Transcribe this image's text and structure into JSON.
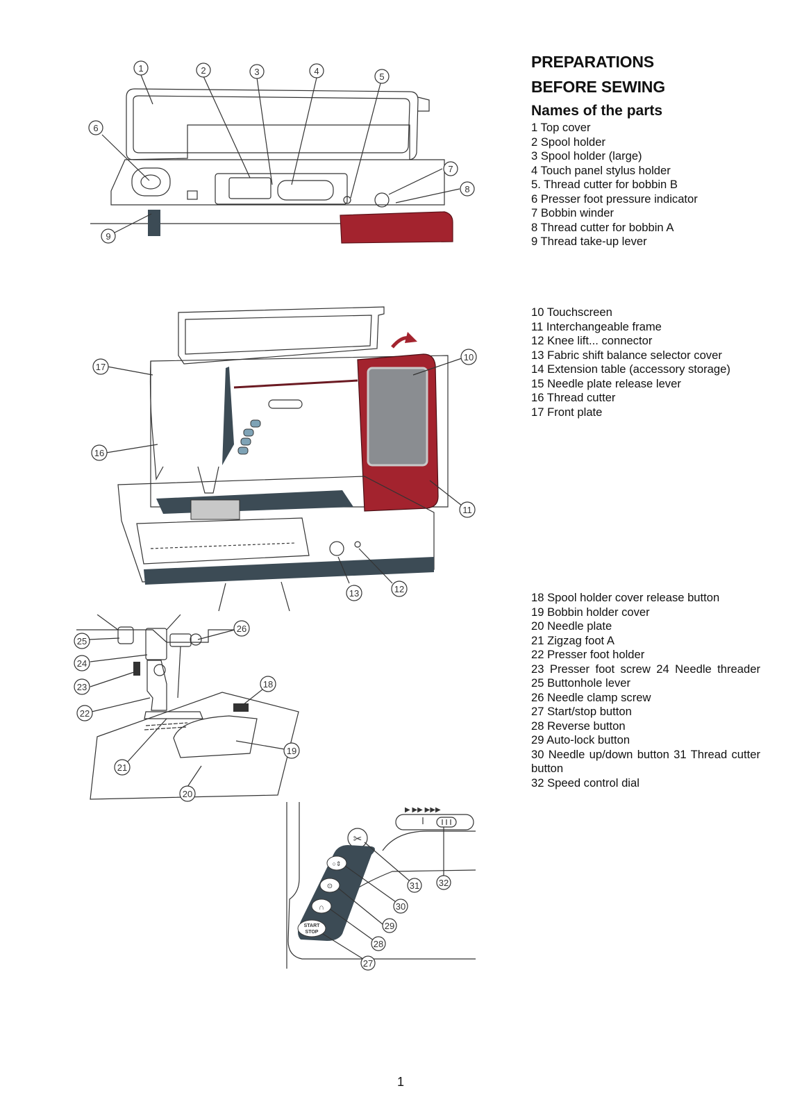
{
  "section_title_line1": "PREPARATIONS",
  "section_title_line2": "BEFORE SEWING",
  "subsection_title": "Names of the parts",
  "parts_group_1": [
    "1 Top cover",
    "2 Spool holder",
    "3 Spool holder (large)",
    "4  Touch panel stylus holder",
    "5. Thread cutter for bobbin B",
    "6 Presser foot pressure indicator",
    "7 Bobbin winder",
    "8 Thread cutter for bobbin A",
    "9 Thread take-up lever"
  ],
  "parts_group_2": [
    "10 Touchscreen",
    "11 Interchangeable frame",
    "12 Knee lift... connector",
    "13  Fabric shift balance selector cover",
    "14  Extension table (accessory storage)",
    "15  Needle plate release lever",
    "16 Thread cutter",
    "17 Front plate"
  ],
  "parts_group_3": [
    "18  Spool holder cover release button",
    "19 Bobbin holder cover",
    "20 Needle plate",
    "21 Zigzag foot A",
    "22 Presser foot holder",
    "23    Presser   foot   screw   24   Needle threader 25 Buttonhole lever",
    "26 Needle clamp screw",
    "27 Start/stop button",
    "28 Reverse button",
    "29 Auto-lock button",
    "30 Needle up/down button 31 Thread cutter button",
    "32 Speed control dial"
  ],
  "figure_callouts": {
    "fig1": [
      "1",
      "2",
      "3",
      "4",
      "5",
      "6",
      "7",
      "8",
      "9"
    ],
    "fig2": [
      "10",
      "11",
      "12",
      "13",
      "16",
      "17"
    ],
    "fig3": [
      "18",
      "19",
      "20",
      "21",
      "22",
      "23",
      "24",
      "25",
      "26"
    ],
    "fig4": [
      "27",
      "28",
      "29",
      "30",
      "31",
      "32"
    ]
  },
  "button_labels": {
    "start": "START",
    "stop": "STOP"
  },
  "speed_marks": "▶ ▶▶ ▶▶▶",
  "page_number": "1",
  "colors": {
    "machine_red": "#a3232e",
    "slate": "#3c4b55",
    "screen": "#8a8d91"
  }
}
